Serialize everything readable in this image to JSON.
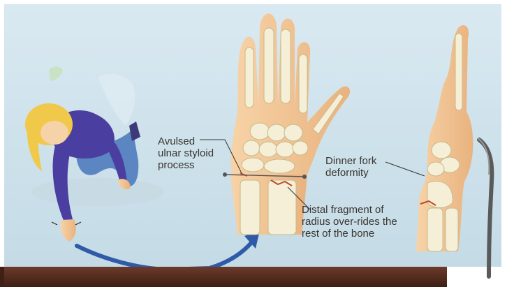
{
  "labels": {
    "ulnar": [
      "Avulsed",
      "ulnar styloid",
      "process"
    ],
    "dinner": [
      "Dinner fork",
      "deformity"
    ],
    "distal": [
      "Distal fragment of",
      "radius over-rides the",
      "rest of the bone"
    ]
  },
  "colors": {
    "background": "#cfe3ec",
    "skin": "#f2c79a",
    "bone": "#f4efd6",
    "arrow": "#2f5aa8",
    "bottom_bar": "#5a2f22",
    "shirt": "#4a3ea0",
    "jeans": "#5b86c2",
    "hair": "#f0c84a"
  },
  "icons": [
    "falling-person-figure",
    "wrist-xray-front-view",
    "wrist-side-view",
    "fork-icon"
  ]
}
